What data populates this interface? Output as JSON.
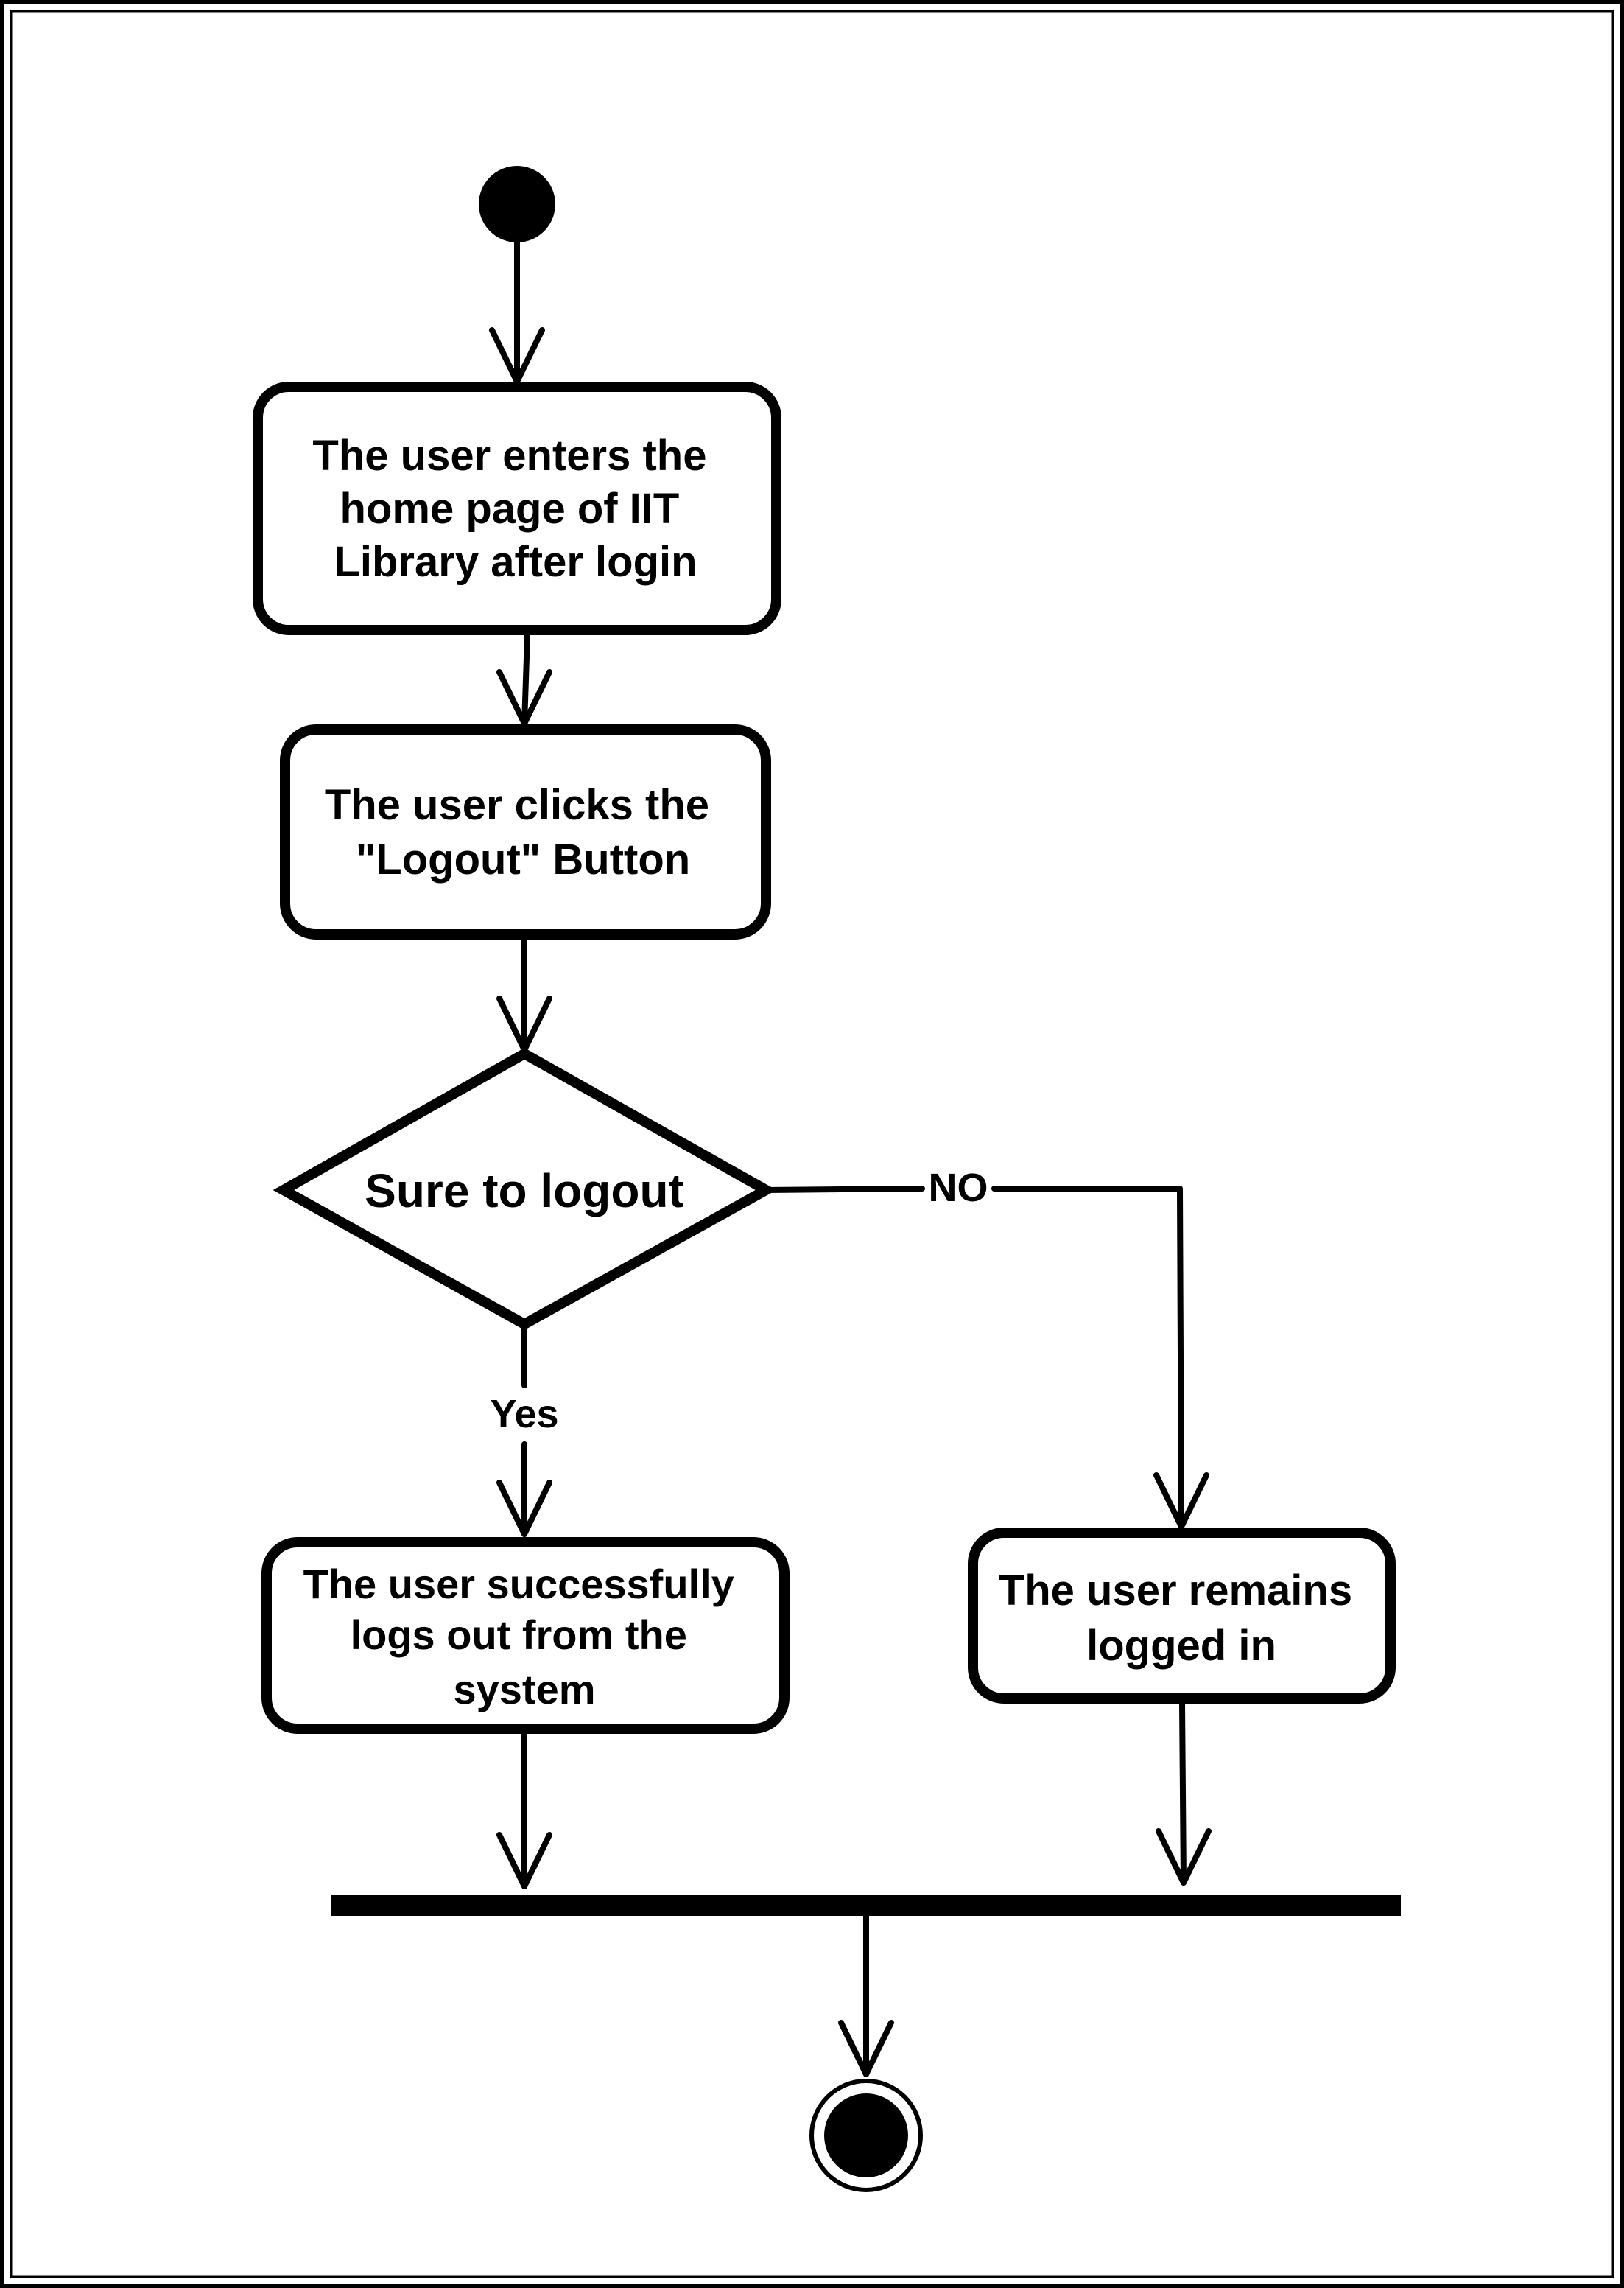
{
  "diagram": {
    "type": "UML activity diagram",
    "colors": {
      "line": "#000000",
      "background": "#ffffff"
    },
    "nodes": {
      "start": {
        "kind": "initial-node"
      },
      "enter_home": {
        "kind": "action",
        "lines": [
          "The user enters the",
          "home page of IIT",
          "Library after login"
        ]
      },
      "click_logout": {
        "kind": "action",
        "lines": [
          "The user clicks the",
          "\"Logout\" Button"
        ]
      },
      "decision": {
        "kind": "decision",
        "label": "Sure to logout"
      },
      "logged_out": {
        "kind": "action",
        "lines": [
          "The user successfully",
          "logs out from the",
          "system"
        ]
      },
      "remains": {
        "kind": "action",
        "lines": [
          "The user remains",
          "logged in"
        ]
      },
      "join": {
        "kind": "join-bar"
      },
      "end": {
        "kind": "final-node"
      }
    },
    "edges": [
      {
        "from": "start",
        "to": "enter_home",
        "label": ""
      },
      {
        "from": "enter_home",
        "to": "click_logout",
        "label": ""
      },
      {
        "from": "click_logout",
        "to": "decision",
        "label": ""
      },
      {
        "from": "decision",
        "to": "logged_out",
        "label": "Yes"
      },
      {
        "from": "decision",
        "to": "remains",
        "label": "NO"
      },
      {
        "from": "logged_out",
        "to": "join",
        "label": ""
      },
      {
        "from": "remains",
        "to": "join",
        "label": ""
      },
      {
        "from": "join",
        "to": "end",
        "label": ""
      }
    ]
  }
}
